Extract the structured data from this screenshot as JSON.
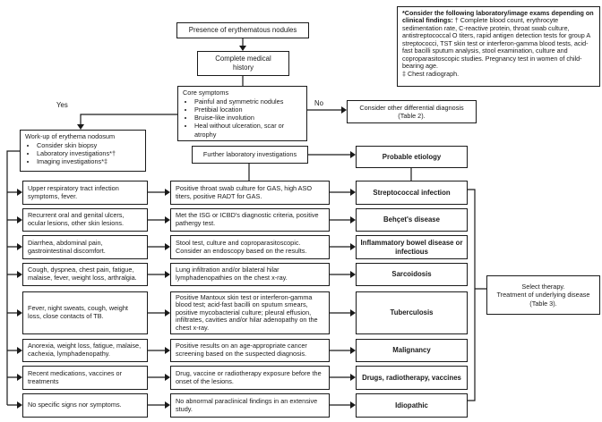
{
  "labels": {
    "yes": "Yes",
    "no": "No"
  },
  "top": {
    "presence": "Presence of erythematous nodules",
    "history": "Complete medical history",
    "core": {
      "title": "Core symptoms",
      "bullets": [
        "Painful and symmetric nodules",
        "Pretibial location",
        "Bruise-like involution",
        "Heal without ulceration, scar or atrophy"
      ]
    },
    "differential": "Consider other differential diagnosis (Table 2).",
    "workup": {
      "title": "Work-up of erythema nodosum",
      "bullets": [
        "Consider skin biopsy",
        "Laboratory investigations*†",
        "Imaging investigations*‡"
      ]
    },
    "further": "Further laboratory investigations",
    "probable": "Probable etiology"
  },
  "note": {
    "heading": "*Consider the following laboratory/image exams depending on clinical findings:",
    "body": "† Complete blood count, erythrocyte sedimentation rate, C-reactive protein, throat swab culture, antistreptococcal O titers, rapid antigen detection tests for group A streptococci, TST skin test or interferon-gamma blood tests, acid-fast bacilli sputum analysis, stool examination, culture and coproparasitoscopic studies. Pregnancy test in women of child-bearing age.",
    "footnote": "‡ Chest radiograph."
  },
  "rows": [
    {
      "symptoms": "Upper respiratory tract infection symptoms, fever.",
      "findings": "Positive throat swab culture for GAS, high ASO titers, positive RADT for GAS.",
      "etiology": "Streptococcal infection"
    },
    {
      "symptoms": "Recurrent oral and genital ulcers, ocular lesions, other skin lesions.",
      "findings": "Met the ISG or ICBD's diagnostic criteria, positive pathergy test.",
      "etiology": "Behçet's disease"
    },
    {
      "symptoms": "Diarrhea, abdominal pain, gastrointestinal discomfort.",
      "findings": "Stool test, culture and coproparasitoscopic. Consider an endoscopy based on the results.",
      "etiology": "Inflammatory bowel disease or infectious"
    },
    {
      "symptoms": "Cough, dyspnea, chest pain, fatigue, malaise, fever, weight loss, arthralgia.",
      "findings": "Lung infiltration and/or bilateral hilar lymphadenopathies on the chest x-ray.",
      "etiology": "Sarcoidosis"
    },
    {
      "symptoms": "Fever, night sweats, cough, weight loss, close contacts of TB.",
      "findings": "Positive Mantoux skin test or interferon-gamma blood test; acid-fast bacilli on sputum smears, positive mycobacterial culture; pleural effusion, infiltrates, cavities and/or hilar adenopathy on the chest x-ray.",
      "etiology": "Tuberculosis"
    },
    {
      "symptoms": "Anorexia, weight loss, fatigue, malaise, cachexia, lymphadenopathy.",
      "findings": "Positive results on an age-appropriate cancer screening based on the suspected diagnosis.",
      "etiology": "Malignancy"
    },
    {
      "symptoms": "Recent medications, vaccines or treatments",
      "findings": "Drug, vaccine or radiotherapy exposure before the onset of the lesions.",
      "etiology": "Drugs, radiotherapy, vaccines"
    },
    {
      "symptoms": "No specific signs nor symptoms.",
      "findings": "No abnormal paraclinical findings in an extensive study.",
      "etiology": "Idiopathic"
    }
  ],
  "therapy": {
    "lines": [
      "Select therapy.",
      "Treatment of underlying disease",
      "(Table 3)."
    ]
  },
  "colors": {
    "line": "#1a1a1a",
    "background": "#ffffff"
  }
}
